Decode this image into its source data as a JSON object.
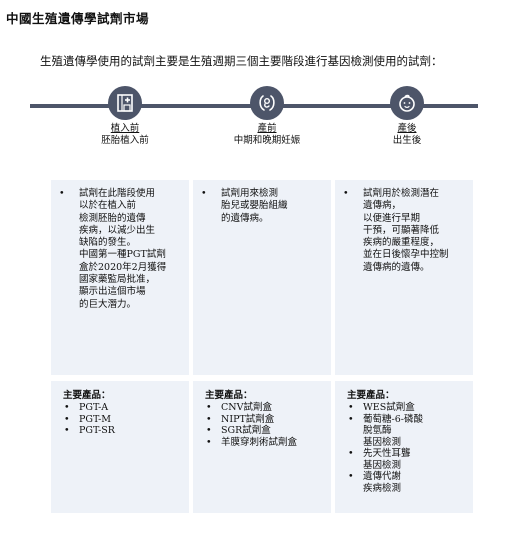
{
  "header": {
    "title": "中國生殖遺傳學試劑市場",
    "subtitle": "生殖遺傳學使用的試劑主要是生殖週期三個主要階段進行基因檢測使用的試劑："
  },
  "stages": [
    {
      "label": "植入前",
      "sub": "胚胎植入前",
      "icon": "hospital-icon"
    },
    {
      "label": "產前",
      "sub": "中期和晚期妊娠",
      "icon": "fetus-icon"
    },
    {
      "label": "產後",
      "sub": "出生後",
      "icon": "baby-icon"
    }
  ],
  "descriptions": [
    {
      "bullets": [
        "試劑在此階段使用\n以於在植入前\n檢測胚胎的遺傳\n疾病，以減少出生\n缺陷的發生。\n中國第一種PGT試劑\n盒於2020年2月獲得\n國家藥監局批准，\n顯示出這個市場\n的巨大潛力。"
      ]
    },
    {
      "bullets": [
        "試劑用來檢測\n胎兒或嬰胎組織\n的遺傳病。"
      ]
    },
    {
      "bullets": [
        "試劑用於檢測潛在\n遺傳病，\n以便進行早期\n干預，可顯著降低\n疾病的嚴重程度，\n並在日後懷孕中控制\n遺傳病的遺傳。"
      ]
    }
  ],
  "products": [
    {
      "title": "主要產品：",
      "items": [
        "PGT-A",
        "PGT-M",
        "PGT-SR"
      ]
    },
    {
      "title": "主要產品：",
      "items": [
        "CNV試劑盒",
        "NIPT試劑盒",
        "SGR試劑盒",
        "羊膜穿刺術試劑盒"
      ]
    },
    {
      "title": "主要產品：",
      "items": [
        "WES試劑盒",
        "葡萄糖-6-磷酸\n脫氫酶\n基因檢測",
        "先天性耳聾\n基因檢測",
        "遺傳代謝\n疾病檢測"
      ]
    }
  ],
  "colors": {
    "timeline": "#4d5569",
    "box": "#eef2f8"
  }
}
